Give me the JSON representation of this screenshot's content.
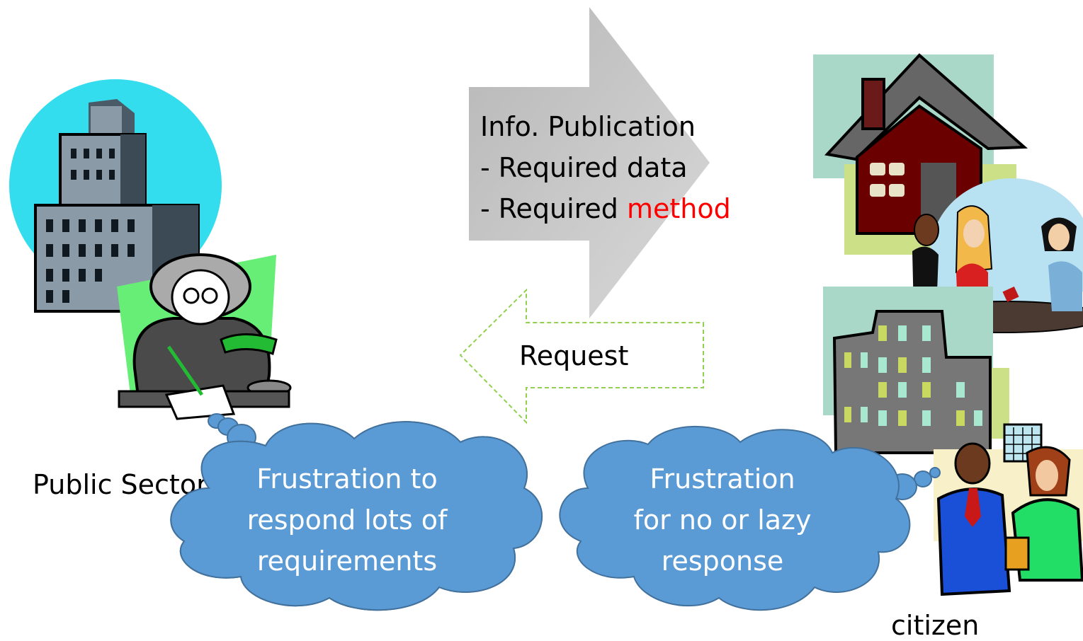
{
  "publication": {
    "line1": "Info. Publication",
    "line2": "- Required data",
    "line3_prefix": "- Required ",
    "line3_highlight": "method",
    "highlight_color": "#ff0000"
  },
  "request": {
    "label": "Request"
  },
  "public_sector": {
    "label": "Public Sector"
  },
  "citizen": {
    "label": "citizen"
  },
  "cloud_left": {
    "lines": [
      "Frustration to",
      "respond lots of",
      "requirements"
    ]
  },
  "cloud_right": {
    "lines": [
      "Frustration",
      "for no or lazy",
      "response"
    ]
  },
  "colors": {
    "cloud_fill": "#5b9bd5",
    "cloud_stroke": "#41719c",
    "arrow_fill": "#c8c8c8",
    "request_arrow_stroke": "#92d050"
  },
  "icons": [
    "office-building-icon",
    "clerk-woman-icon",
    "house-icon",
    "women-group-icon",
    "city-building-icon",
    "business-people-icon"
  ]
}
